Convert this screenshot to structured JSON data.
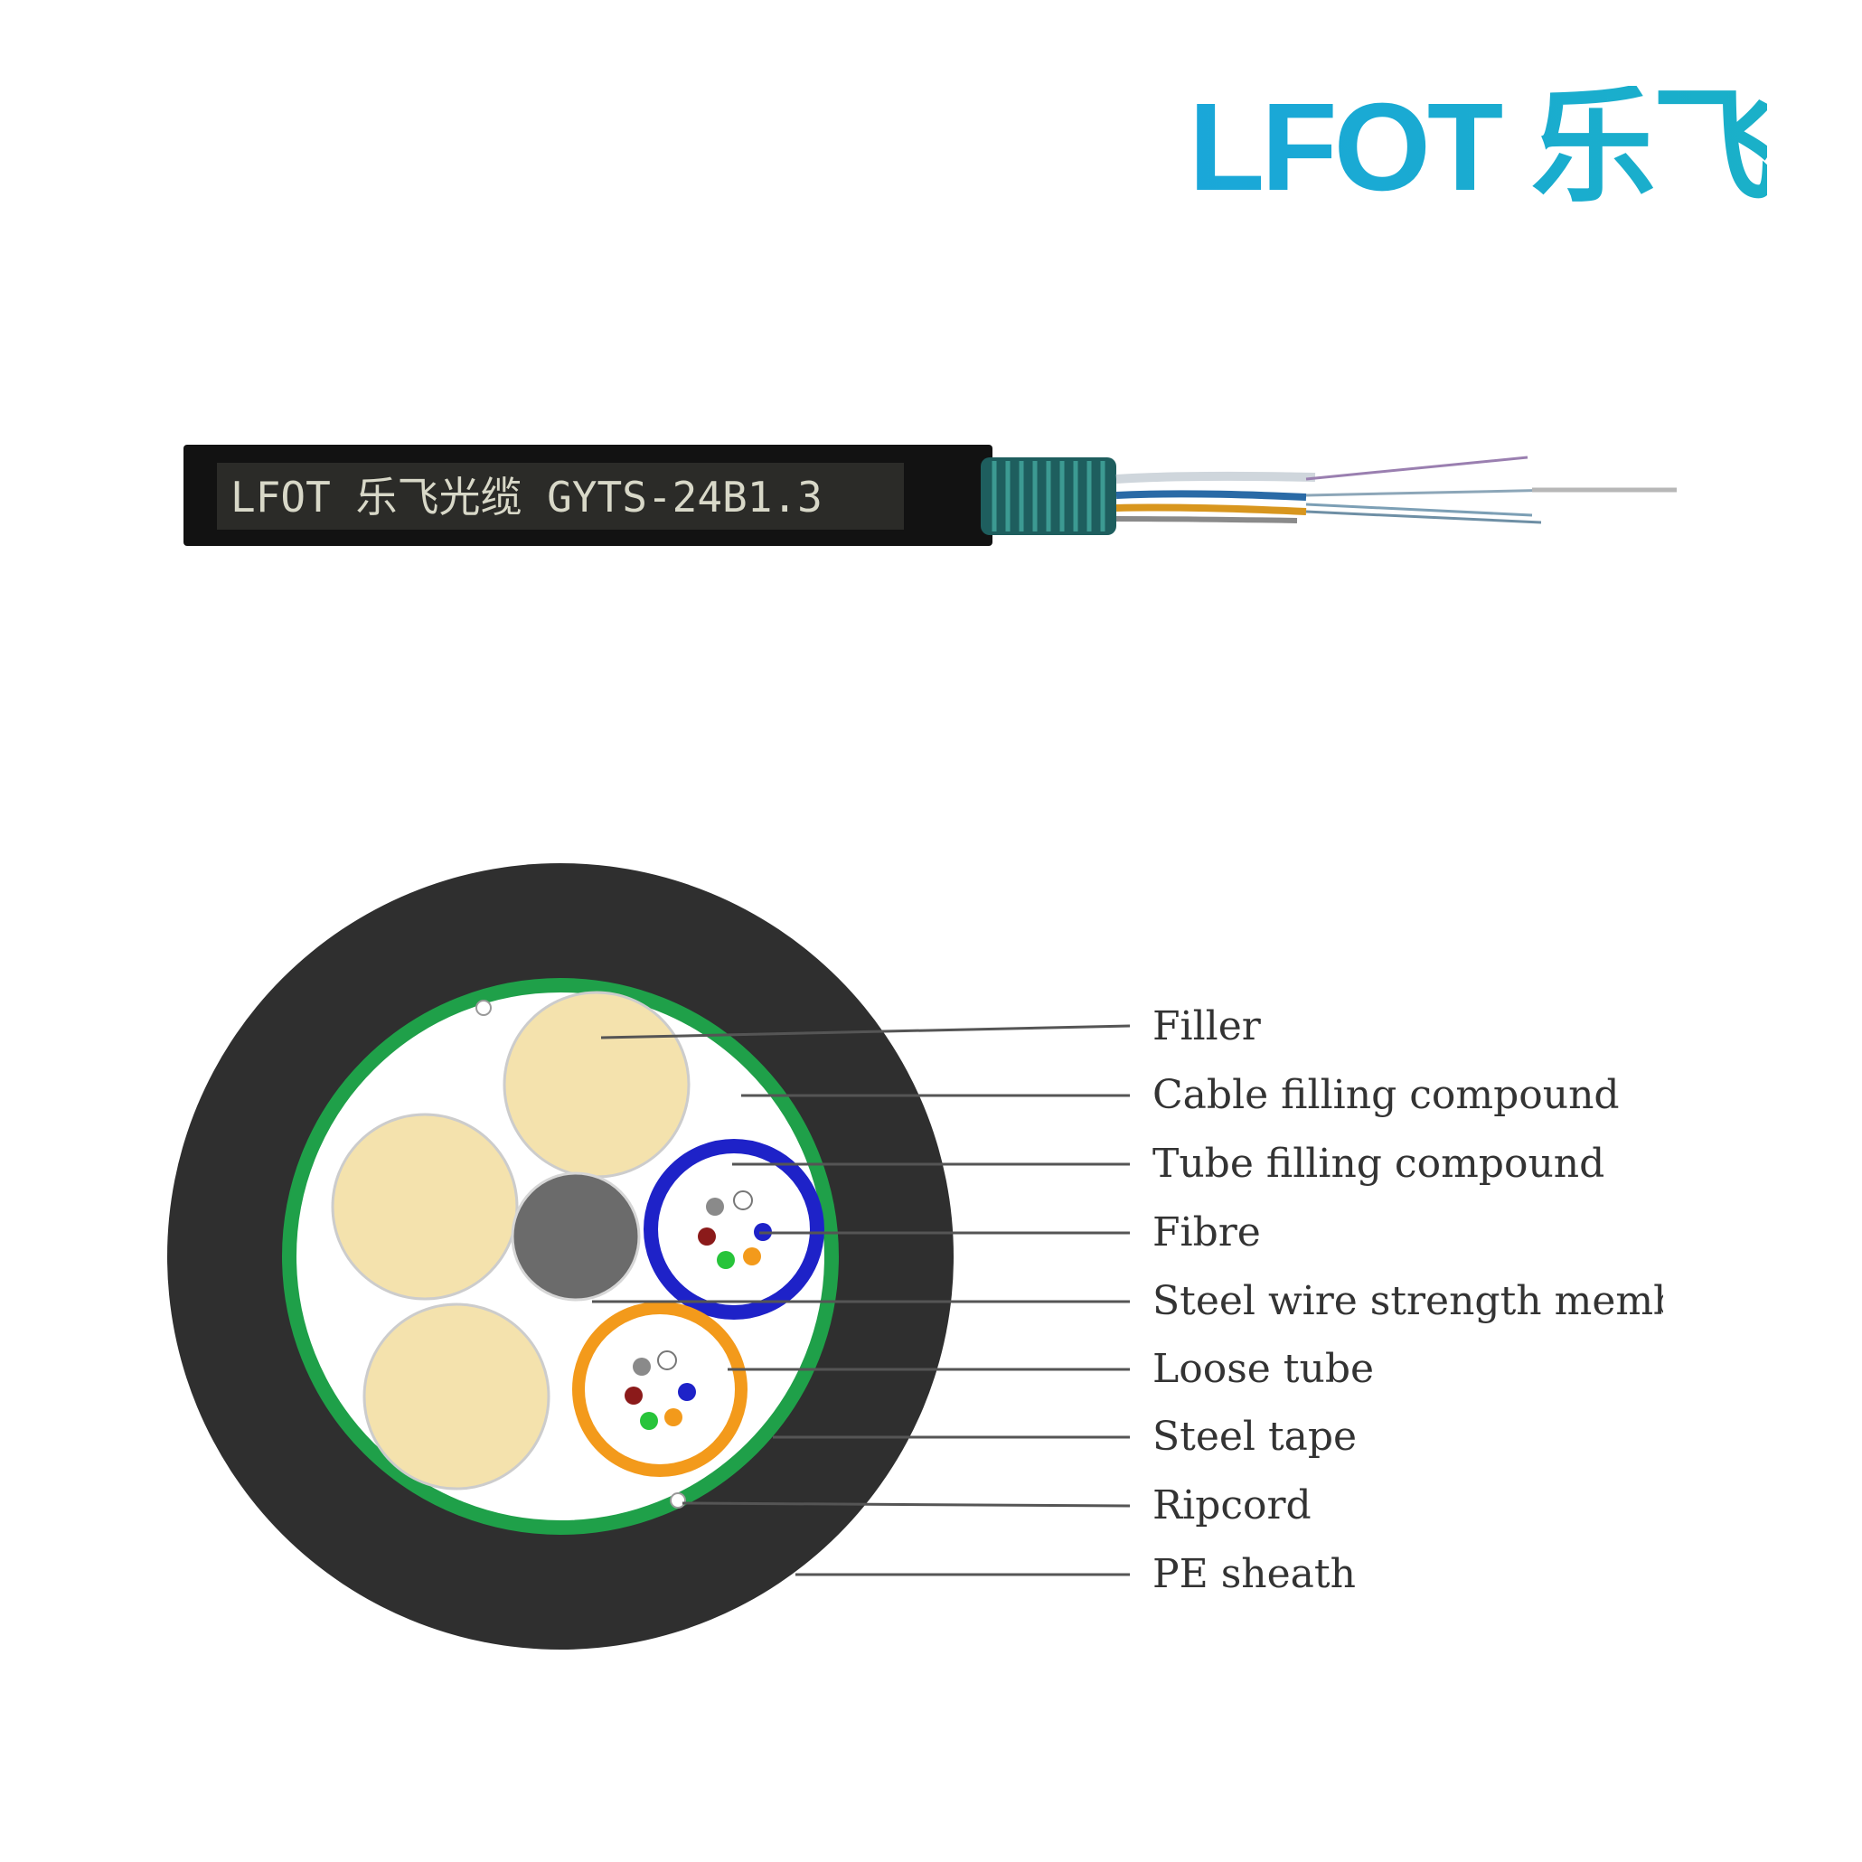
{
  "brand": {
    "logo_text": "LFOT 乐飞",
    "logo_color": "#1aa7d9",
    "logo_gradient_end": "#36c2a7"
  },
  "cable_photo": {
    "sheath_marking": "LFOT 乐飞光缆 GYTS-24B1.3",
    "sheath_color": "#121212",
    "armor_color": "#1e5e5e"
  },
  "cross_section": {
    "labels": [
      "Filler",
      "Cable filling compound",
      "Tube filling compound",
      "Fibre",
      "Steel wire strength member",
      "Loose tube",
      "Steel tape",
      "Ripcord",
      "PE sheath"
    ],
    "colors": {
      "pe_sheath": "#2f2f2f",
      "steel_tape": "#1fa049",
      "filler": "#f4e2ad",
      "strength_member": "#6b6b6b",
      "loose_tube_blue": "#1e22c8",
      "loose_tube_orange": "#f39a1b"
    },
    "fibre_colors": [
      "#8a8a8a",
      "#ffffff",
      "#8b1a1a",
      "#1e22c8",
      "#27c43a",
      "#f39a1b"
    ]
  }
}
